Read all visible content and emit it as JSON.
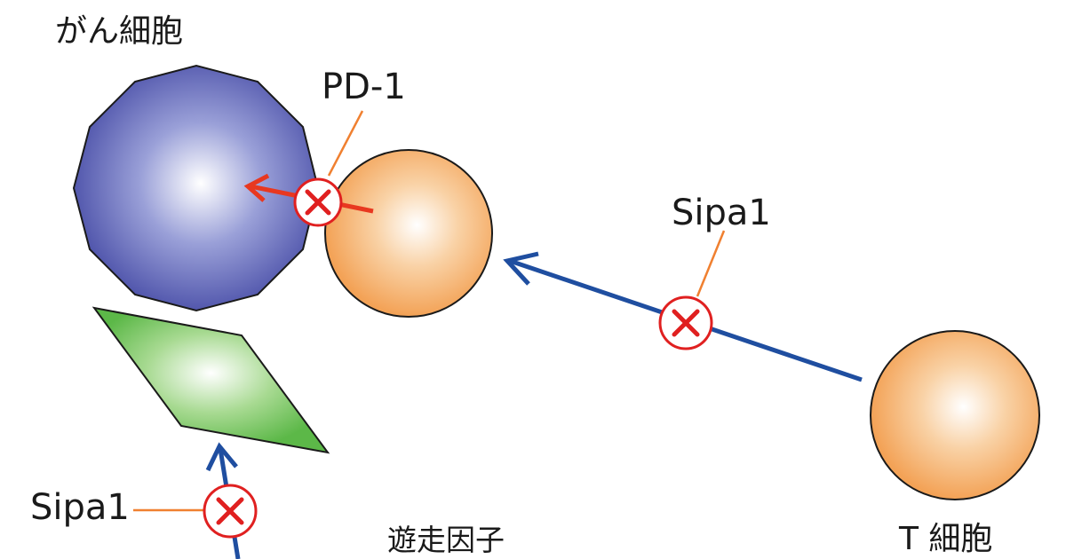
{
  "labels": {
    "cancer_cell": "がん細胞",
    "pd1": "PD-1",
    "sipa1_right": "Sipa1",
    "sipa1_left": "Sipa1",
    "migration_factor": "遊走因子",
    "t_cell": "T 細胞"
  },
  "colors": {
    "cancer_cell": "#4a4fa8",
    "t_cell": "#f4a860",
    "migration_factor": "#5cb848",
    "blue_arrow": "#1f4ea0",
    "red_arrow": "#e83820",
    "leader_line": "#f08030",
    "block_mark": "#e02020"
  },
  "icons": {
    "block_mark": "circle-x-icon"
  }
}
